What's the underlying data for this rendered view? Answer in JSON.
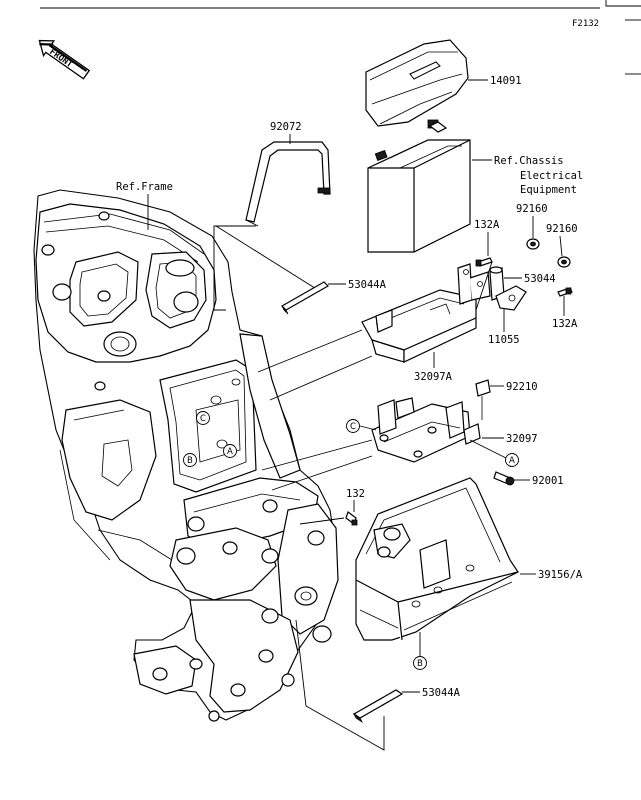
{
  "header": {
    "figure_code": "F2132"
  },
  "front_badge": {
    "text": "FRONT"
  },
  "labels": {
    "ref_frame": "Ref.Frame",
    "ref_chassis_line1": "Ref.Chassis",
    "ref_chassis_line2": "Electrical",
    "ref_chassis_line3": "Equipment",
    "p14091": "14091",
    "p92072": "92072",
    "p92160_a": "92160",
    "p92160_b": "92160",
    "p132A_a": "132A",
    "p132A_b": "132A",
    "p53044A_a": "53044A",
    "p53044": "53044",
    "p11055": "11055",
    "p32097A": "32097A",
    "p92210": "92210",
    "p32097": "32097",
    "p92001": "92001",
    "p132": "132",
    "p39156A": "39156/A",
    "p53044A_b": "53044A"
  },
  "callouts": {
    "frame_c": "C",
    "frame_a": "A",
    "frame_b": "B",
    "bracket_c": "C",
    "bracket_a": "A",
    "tray_b": "B"
  }
}
